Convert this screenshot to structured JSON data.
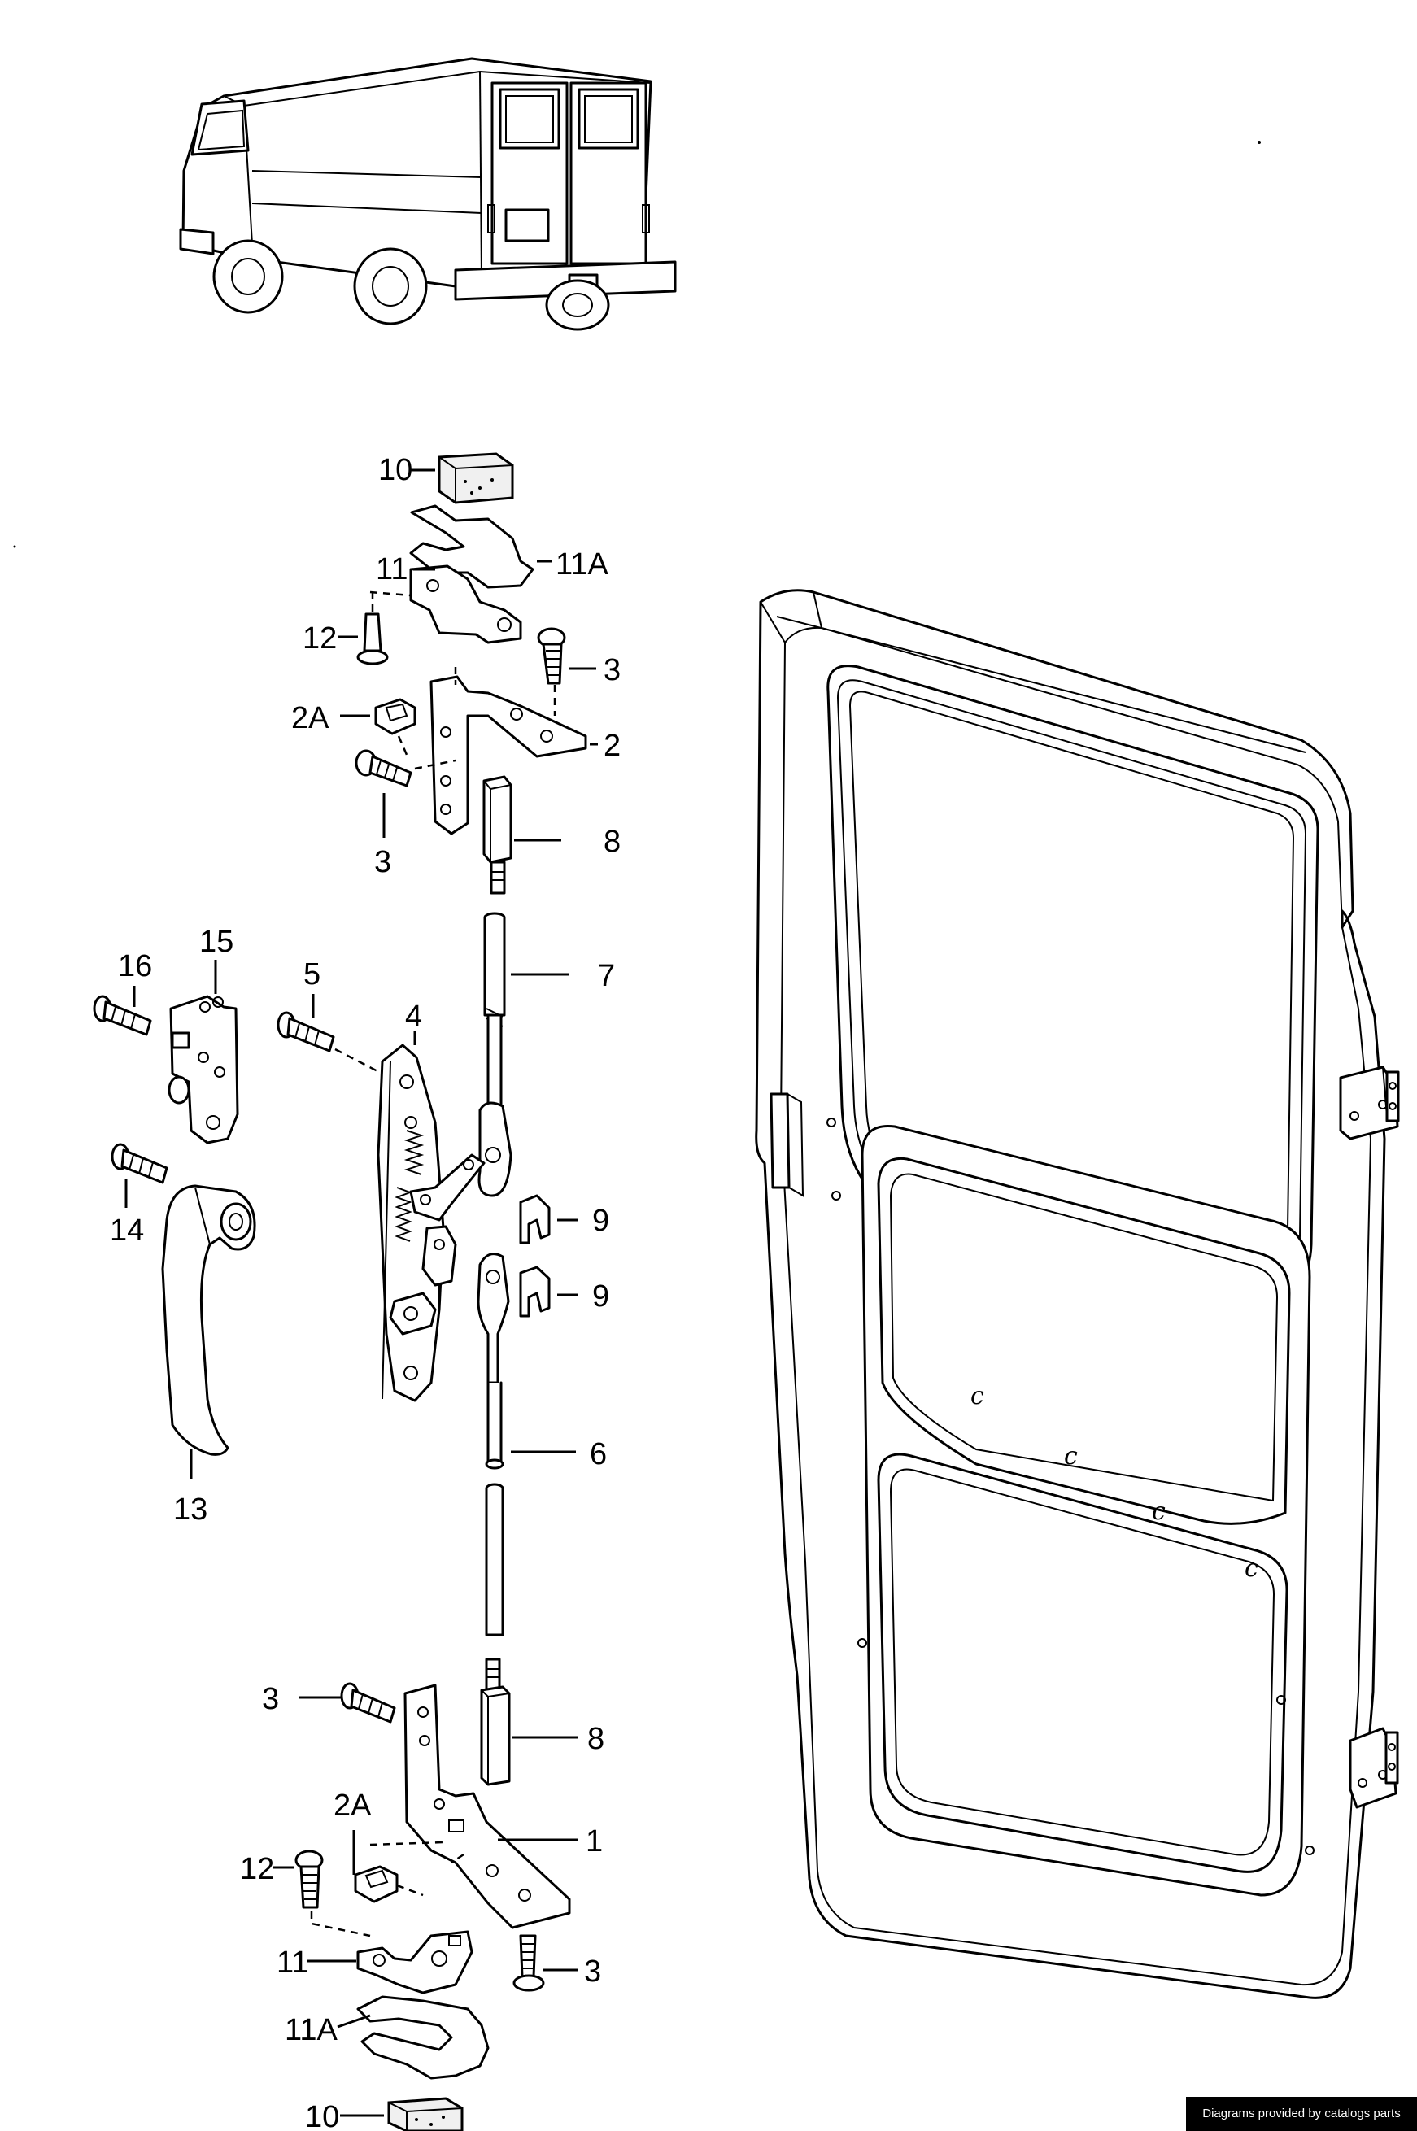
{
  "labels": {
    "l10_top": "10",
    "l11A_top": "11A",
    "l11_top": "11",
    "l12_top": "12",
    "l3_a": "3",
    "l2A_top": "2A",
    "l2": "2",
    "l3_b": "3",
    "l8_top": "8",
    "l16": "16",
    "l15": "15",
    "l5": "5",
    "l4": "4",
    "l7": "7",
    "l14": "14",
    "l9_a": "9",
    "l9_b": "9",
    "l13": "13",
    "l6": "6",
    "l3_c": "3",
    "l8_bottom": "8",
    "l2A_bottom": "2A",
    "l1": "1",
    "l12_bottom": "12",
    "l11_bottom": "11",
    "l3_d": "3",
    "l11A_bottom": "11A",
    "l10_bottom": "10"
  },
  "footer": {
    "credit": "Diagrams provided by catalogs parts"
  }
}
